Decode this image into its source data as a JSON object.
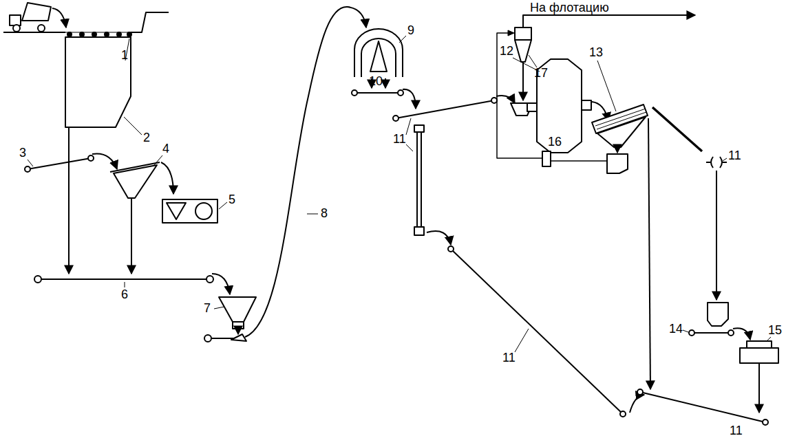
{
  "diagram": {
    "labels": [
      "На флотацию",
      "1",
      "2",
      "3",
      "4",
      "5",
      "6",
      "7",
      "8",
      "9",
      "10",
      "11",
      "11",
      "11",
      "11",
      "12",
      "13",
      "14",
      "15",
      "16",
      "17"
    ]
  }
}
